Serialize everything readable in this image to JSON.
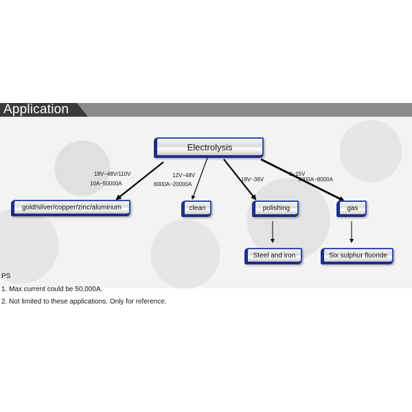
{
  "header": {
    "title": "Application"
  },
  "diagram": {
    "root": "Electrolysis",
    "branches": [
      {
        "target": "gold/silver/copper/zinc/aluminum",
        "voltage": "18V~48V/110V",
        "current": "10A~50000A"
      },
      {
        "target": "clean",
        "voltage": "12V~48V",
        "current": "6000A~20000A"
      },
      {
        "target": "polishing",
        "voltage": "18V~36V",
        "current": ""
      },
      {
        "target": "gas",
        "voltage": "0~15V",
        "current": "3000A~8000A"
      }
    ],
    "sub_nodes": [
      {
        "parent": "polishing",
        "label": "Steel and iron"
      },
      {
        "parent": "gas",
        "label": "Six sulphur fluoride"
      }
    ]
  },
  "notes": {
    "heading": "PS",
    "items": [
      "1. Max current could be 50,000A.",
      "2. Not limited to these applications. Only for reference."
    ]
  },
  "colors": {
    "node_border": "#1d2e8a",
    "header_dark": "#3a3a3a",
    "header_light": "#8a8a8a"
  }
}
